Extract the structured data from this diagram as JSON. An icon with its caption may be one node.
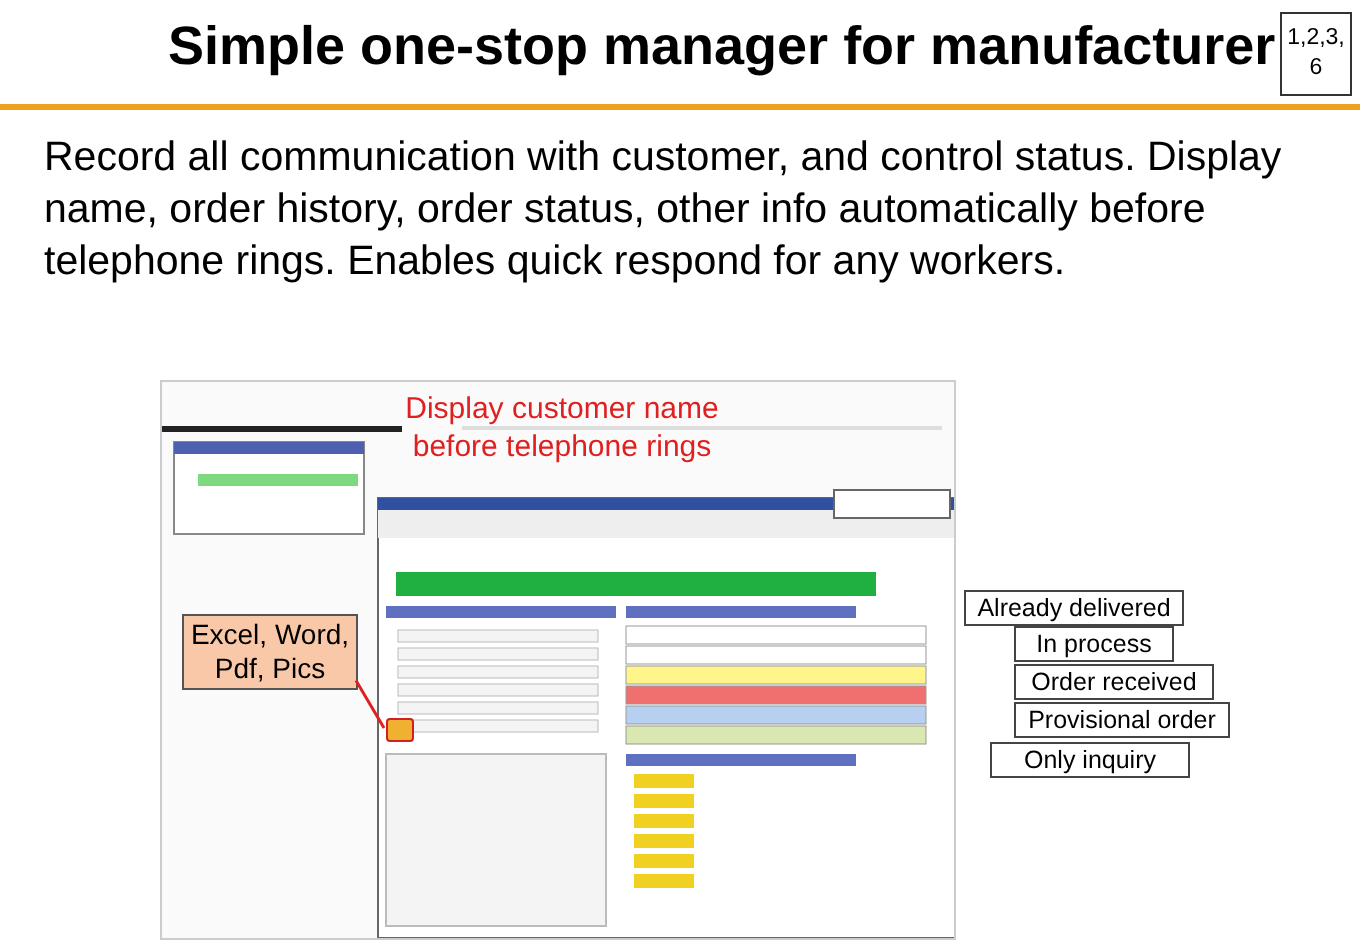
{
  "diagram": {
    "title": "Simple one-stop manager for manufacturer",
    "nodes": [
      {
        "text": [
          "1,2,3, 6"
        ]
      },
      {
        "text": [],
        "shape": "picture"
      },
      {
        "text": [
          "Display customer name before telephone rings"
        ],
        "in": 1
      },
      {
        "text": [
          "Excel, Word, Pdf, Pics"
        ],
        "in": 1
      },
      {
        "text": [],
        "shape": "box",
        "in": 1
      },
      {
        "text": [
          "Already delivered"
        ]
      },
      {
        "text": [
          "In process"
        ]
      },
      {
        "text": [
          "Order received"
        ]
      },
      {
        "text": [
          "Provisional order"
        ]
      },
      {
        "text": [
          "Only inquiry"
        ]
      }
    ],
    "edges": [
      {
        "from": 3,
        "to": 4,
        "arrow": "none"
      }
    ],
    "labels": [
      "Record all communication with customer, and control status. Display name, order history, order status, other info automatically before telephone rings. Enables quick respond for any workers."
    ]
  }
}
